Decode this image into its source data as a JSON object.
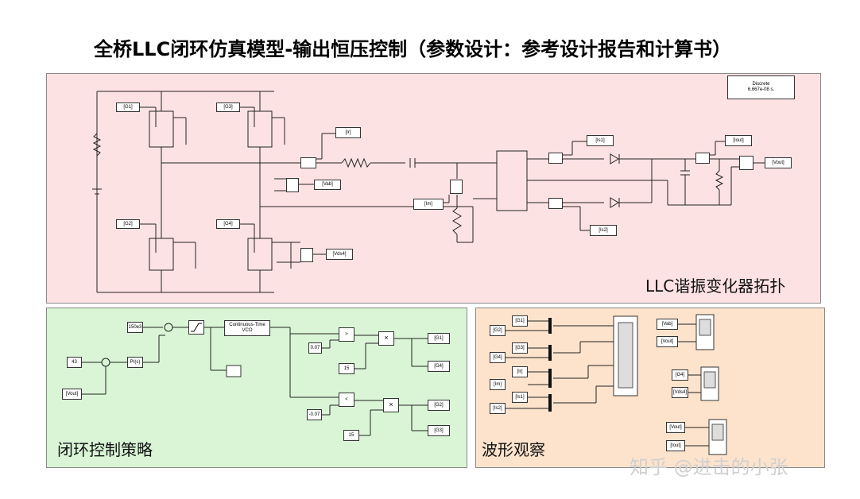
{
  "title": "全桥LLC闭环仿真模型-输出恒压控制（参数设计：参考设计报告和计算书）",
  "panels": {
    "topology": {
      "label": "LLC谐振变化器拓扑"
    },
    "control": {
      "label": "闭环控制策略"
    },
    "scope": {
      "label": "波形观察"
    }
  },
  "watermark": "知乎 @进击的小张",
  "powergui": {
    "line1": "Discrete",
    "line2": "6.667e-08 s."
  },
  "topology_tags": {
    "g1": "[G1]",
    "g2": "[G2]",
    "g3": "[G3]",
    "g4": "[G4]",
    "ir": "[Ir]",
    "vab": "[Vab]",
    "im": "[Im]",
    "vds4": "[Vds4]",
    "is1": "[Is1]",
    "is2": "[Is2]",
    "iout": "[Iout]",
    "vout": "[Vout]"
  },
  "control_blocks": {
    "ref": "43",
    "vout_in": "[Vout]",
    "pi": "PI(s)",
    "const_freq": "150e3",
    "vco": "Continuous-Time\nVCO",
    "gt": ">",
    "lt": "<",
    "c1": "0.07",
    "c2": "-0.07",
    "k1": "15",
    "k2": "15",
    "mul": "×",
    "out_g1": "[G1]",
    "out_g4": "[G4]",
    "out_g2": "[G2]",
    "out_g3": "[G3]"
  },
  "scope_tags": {
    "g1": "[G1]",
    "g2": "[G2]",
    "g3": "[G3]",
    "g4": "[G4]",
    "ir": "[Ir]",
    "im": "[Im]",
    "is1": "[Is1]",
    "is2": "[Is2]",
    "vab": "[Vab]",
    "vout": "[Vout]",
    "g4b": "[G4]",
    "vds4": "[Vds4]",
    "vout2": "[Vout]",
    "iout": "[Iout]"
  }
}
